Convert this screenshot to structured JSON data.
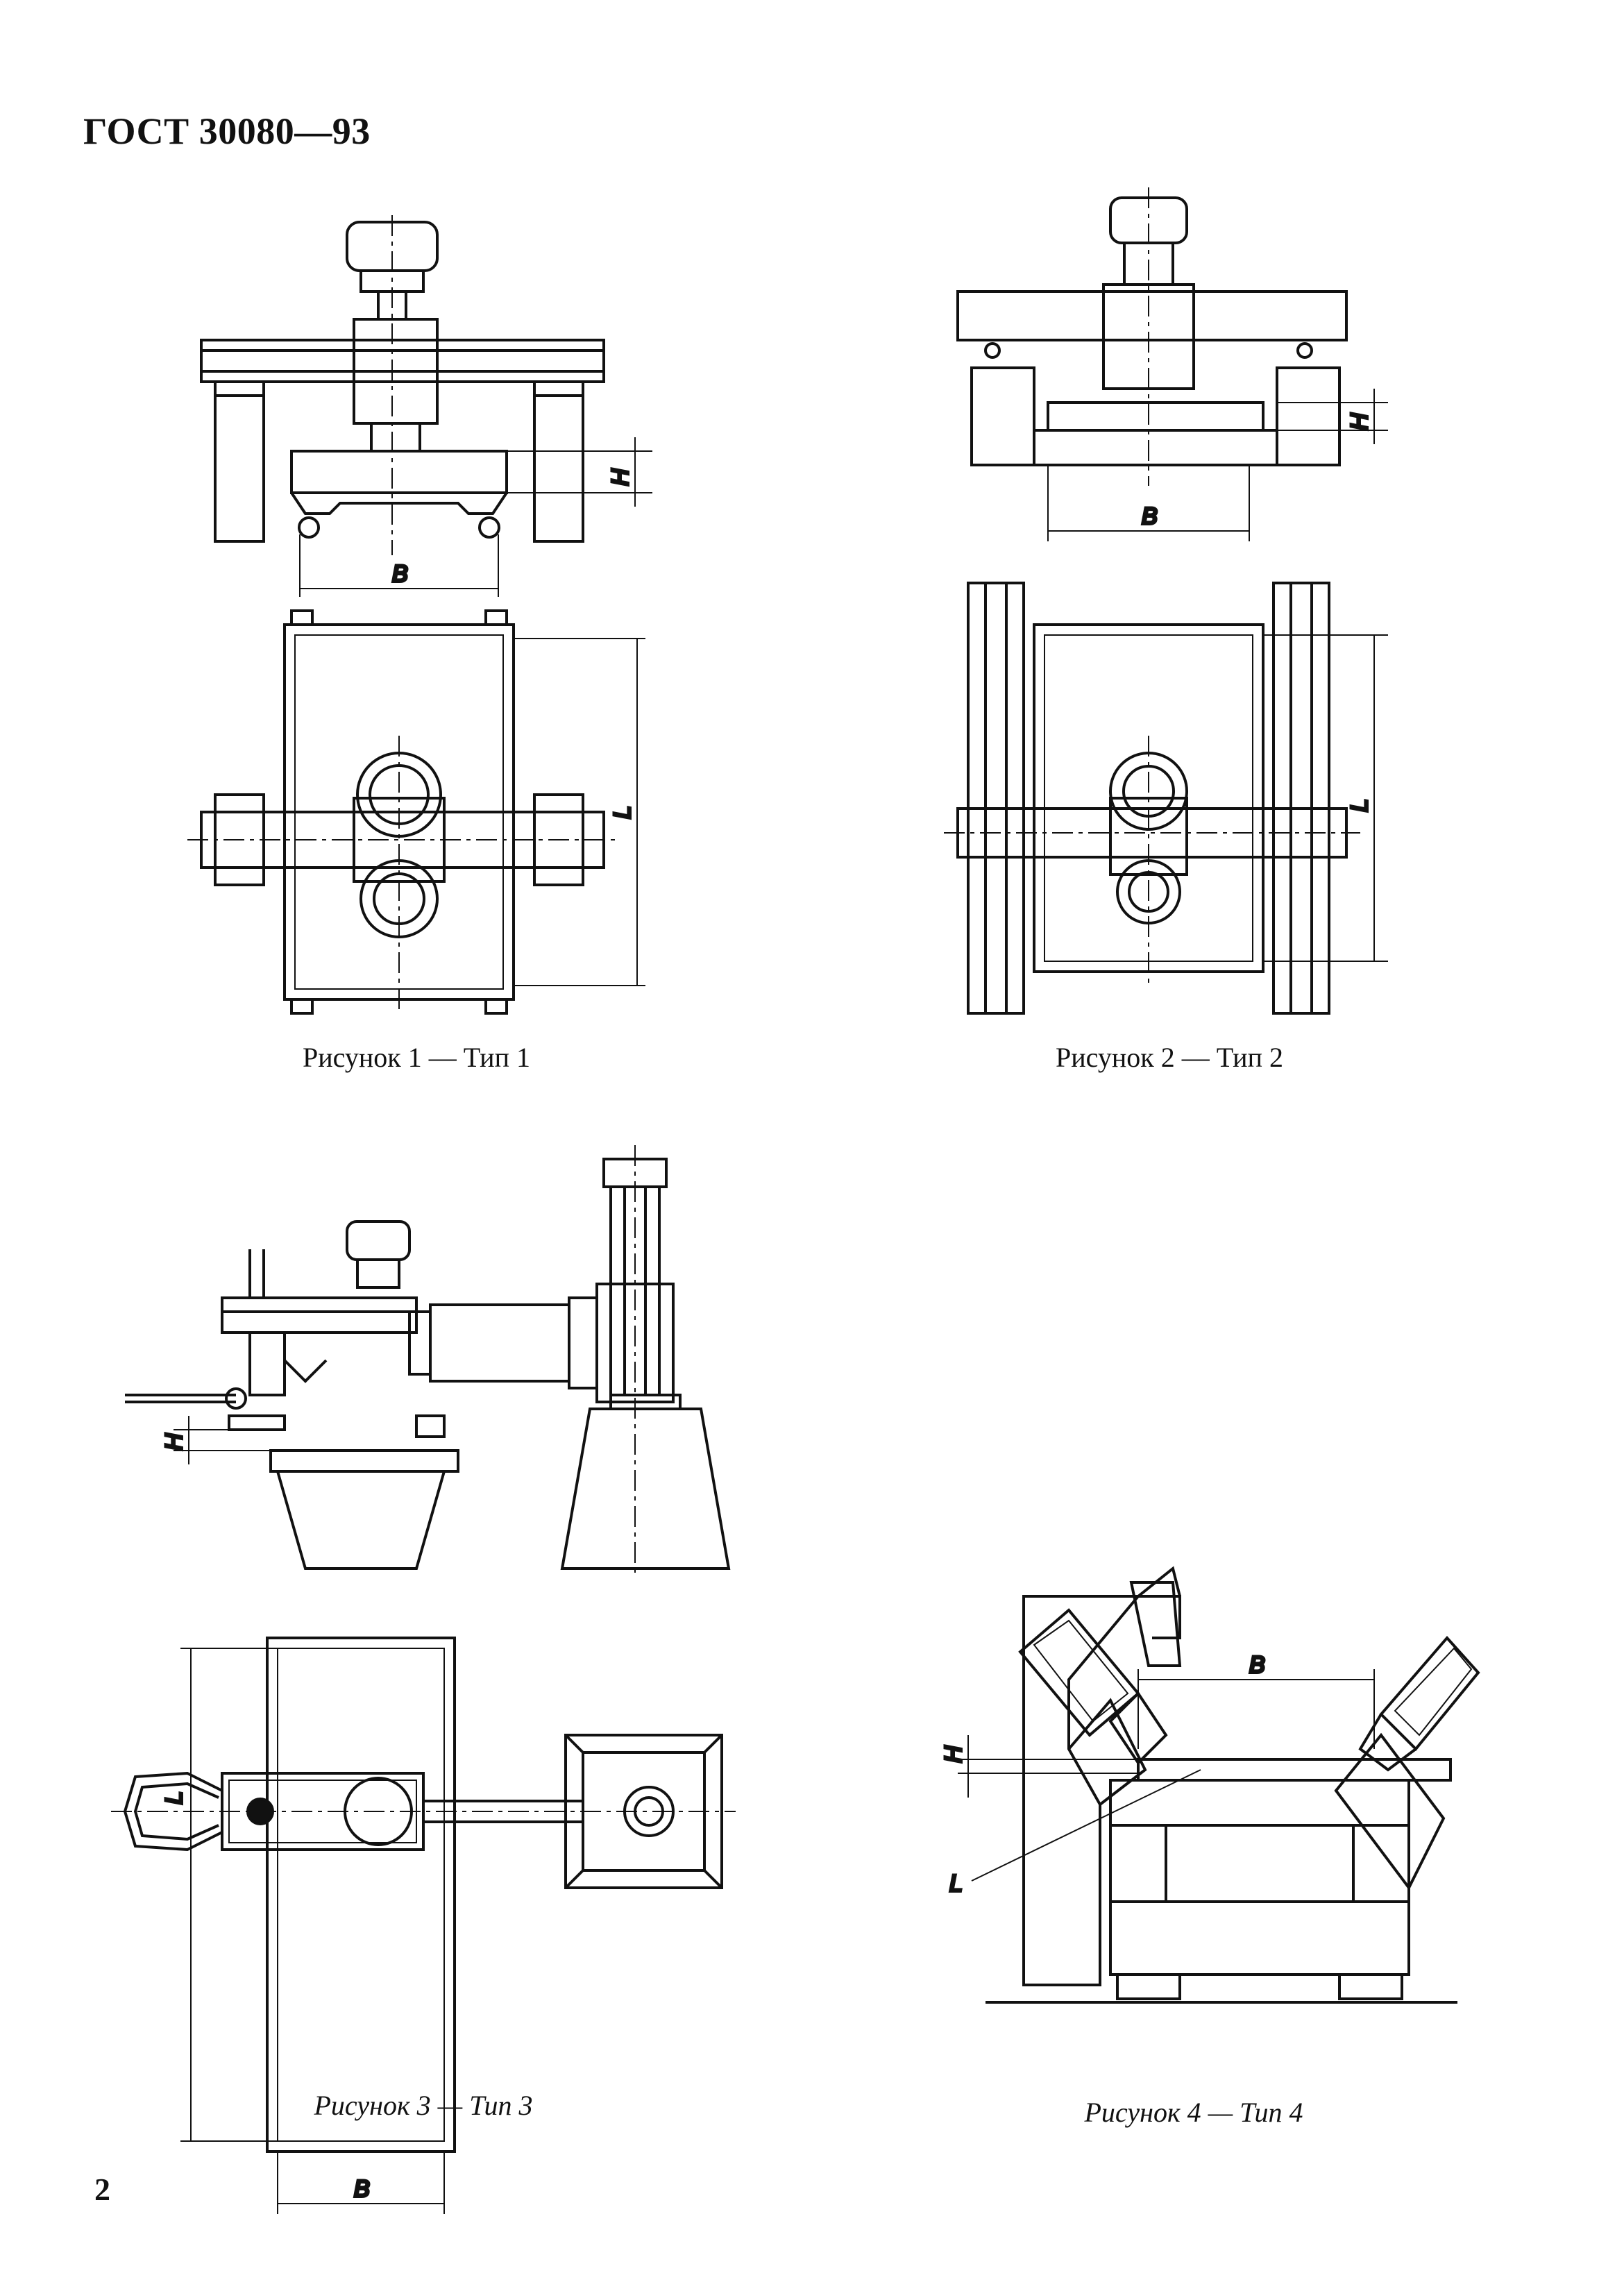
{
  "header": {
    "standard": "ГОСТ 30080—93"
  },
  "figures": [
    {
      "caption": "Рисунок 1 — Тип 1",
      "dims": [
        "H",
        "B",
        "L"
      ]
    },
    {
      "caption": "Рисунок 2 — Тип 2",
      "dims": [
        "H",
        "B",
        "L"
      ]
    },
    {
      "caption": "Рисунок 3 — Тип 3",
      "dims": [
        "H",
        "L",
        "B"
      ]
    },
    {
      "caption": "Рисунок 4 — Тип 4",
      "dims": [
        "B",
        "H",
        "L"
      ]
    }
  ],
  "page_number": "2"
}
